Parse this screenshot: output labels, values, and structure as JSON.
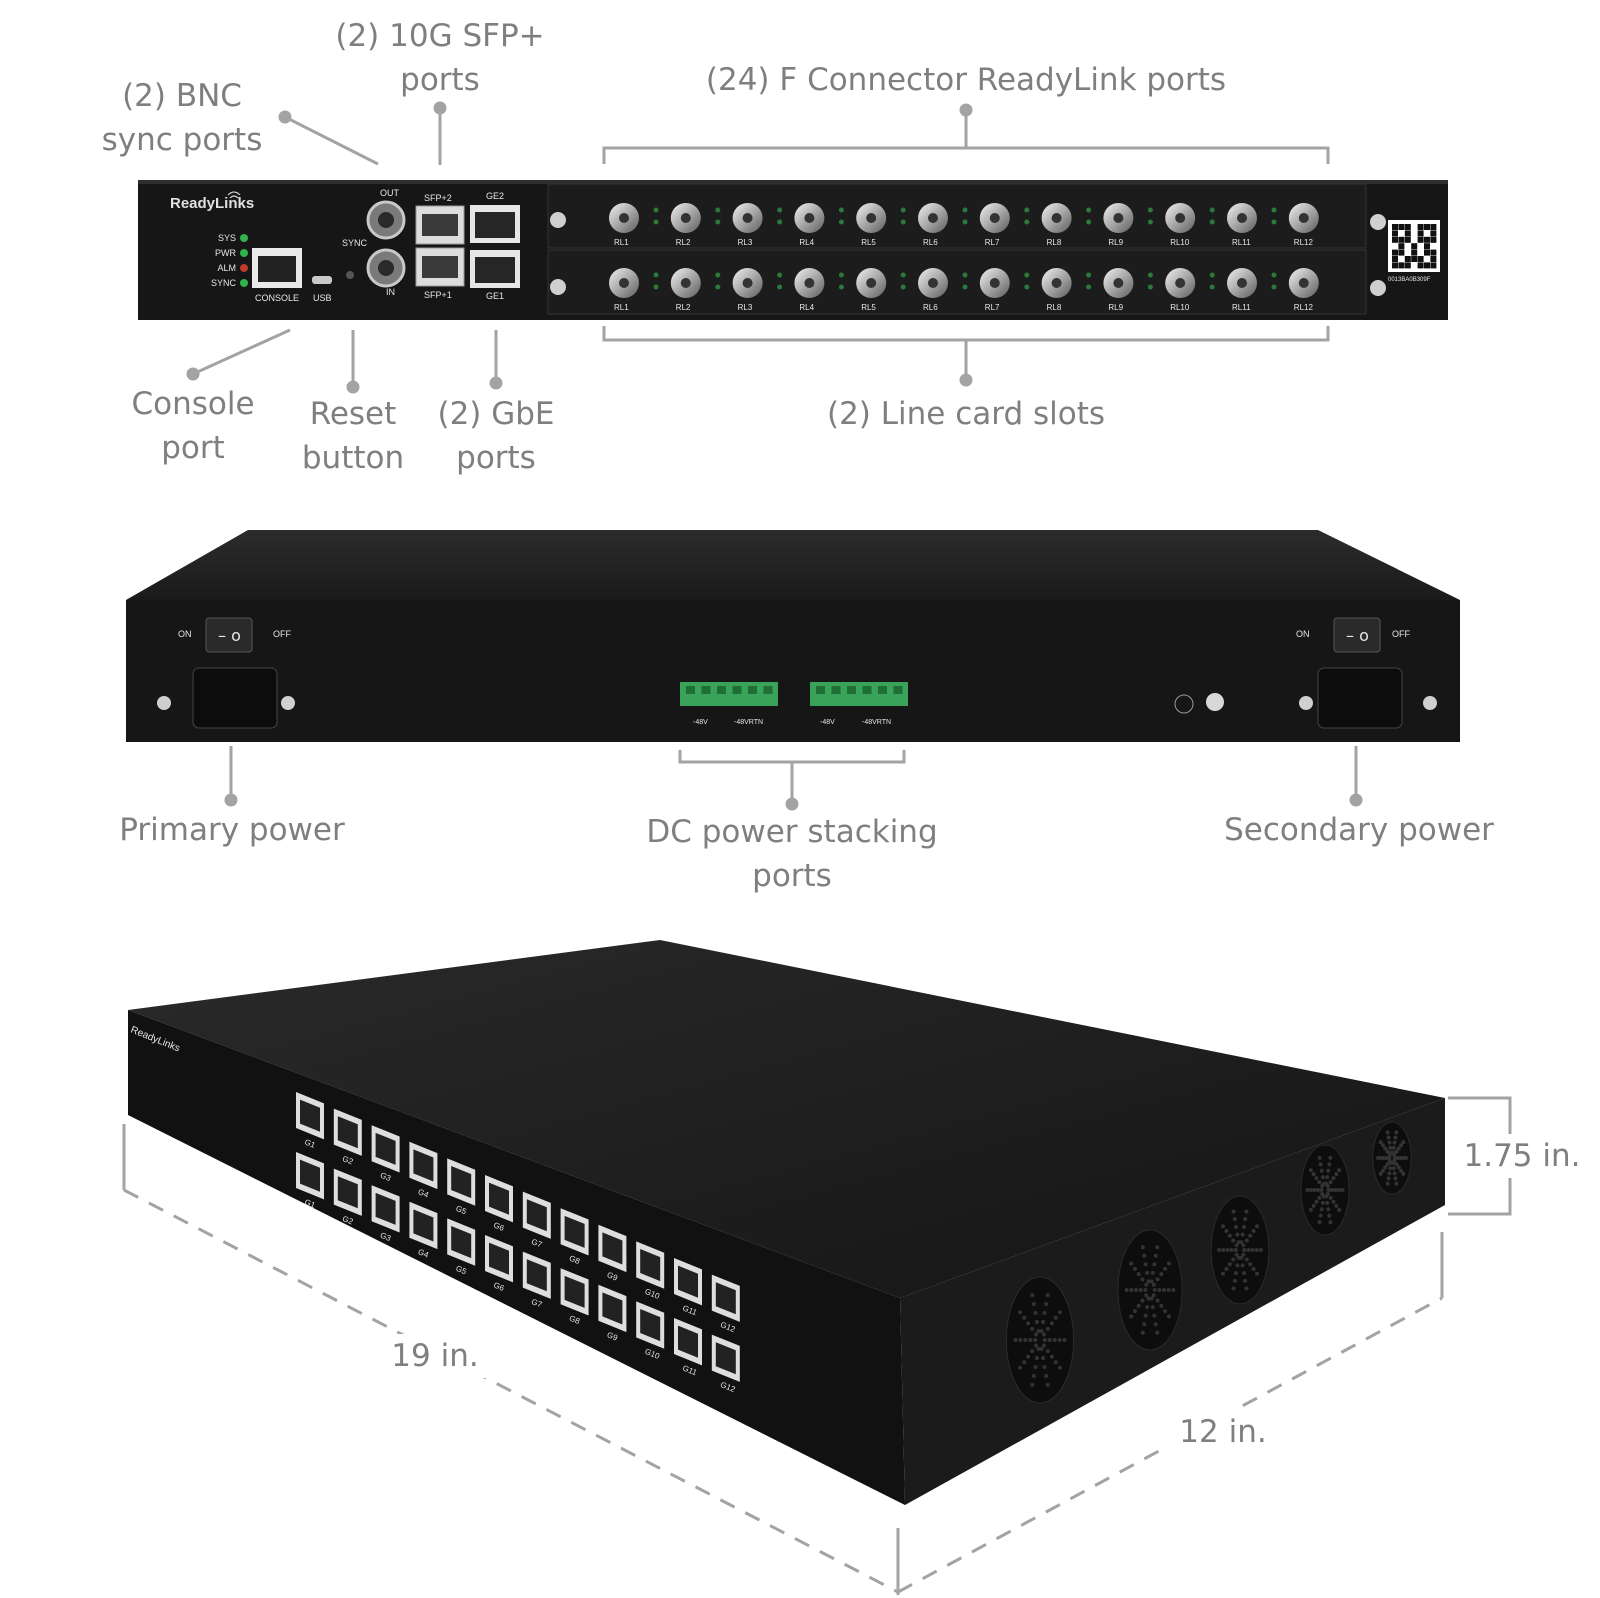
{
  "front_panel": {
    "brand": "ReadyLinks",
    "leds": [
      "SYS",
      "PWR",
      "ALM",
      "SYNC"
    ],
    "console_label": "CONSOLE",
    "usb_label": "USB",
    "sync_label": "SYNC",
    "sync_out_label": "OUT",
    "sync_in_label": "IN",
    "sfp2_label": "SFP+2",
    "sfp1_label": "SFP+1",
    "ge2_label": "GE2",
    "ge1_label": "GE1",
    "port_labels": [
      "RL1",
      "RL2",
      "RL3",
      "RL4",
      "RL5",
      "RL6",
      "RL7",
      "RL8",
      "RL9",
      "RL10",
      "RL11",
      "RL12"
    ],
    "serial_label": "0013BA0B309F"
  },
  "front_callouts": {
    "bnc": [
      "(2) BNC",
      "sync ports"
    ],
    "sfp": [
      "(2) 10G SFP+",
      "ports"
    ],
    "fconn": "(24) F Connector ReadyLink ports",
    "console": [
      "Console",
      "port"
    ],
    "reset": [
      "Reset",
      "button"
    ],
    "gbe": [
      "(2) GbE",
      "ports"
    ],
    "linecards": "(2) Line card slots"
  },
  "rear_panel": {
    "on_label": "ON",
    "off_label": "OFF",
    "terminal_labels": [
      "-48V",
      "-48VRTN",
      "-48V",
      "-48VRTN"
    ]
  },
  "rear_callouts": {
    "primary": "Primary power",
    "dc": [
      "DC power stacking",
      "ports"
    ],
    "secondary": "Secondary power"
  },
  "iso_view": {
    "brand": "ReadyLinks",
    "port_labels": [
      "G1",
      "G2",
      "G3",
      "G4",
      "G5",
      "G6",
      "G7",
      "G8",
      "G9",
      "G10",
      "G11",
      "G12"
    ]
  },
  "dimensions": {
    "height": "1.75 in.",
    "width": "19 in.",
    "depth": "12 in."
  },
  "colors": {
    "chassis": "#151515",
    "callout_text": "#7f7f7f",
    "leader": "#a3a3a3",
    "terminal_green": "#3aa35a"
  }
}
